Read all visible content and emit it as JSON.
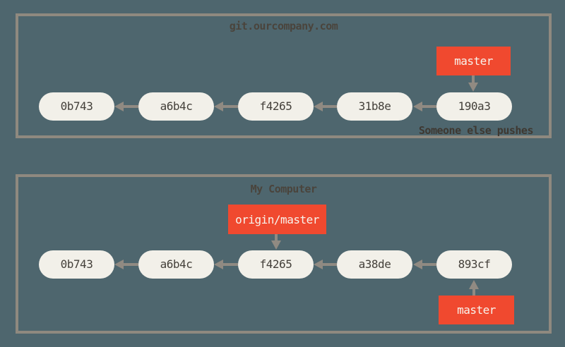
{
  "palette": {
    "background": "#4e666e",
    "box_border": "#8f897f",
    "node_fill": "#f2f0e9",
    "node_text": "#44403a",
    "arrow": "#908a82",
    "branch_label_bg": "#f0492f",
    "branch_label_text": "#f7f4ed",
    "title_text": "#4a443c",
    "annotation_text": "#3e3831"
  },
  "remote_box": {
    "title": "git.ourcompany.com",
    "branch_label": "master",
    "annotation": "Someone else pushes",
    "commits": [
      "0b743",
      "a6b4c",
      "f4265",
      "31b8e",
      "190a3"
    ]
  },
  "local_box": {
    "title": "My Computer",
    "remote_tracking_label": "origin/master",
    "branch_label": "master",
    "commits": [
      "0b743",
      "a6b4c",
      "f4265",
      "a38de",
      "893cf"
    ]
  }
}
